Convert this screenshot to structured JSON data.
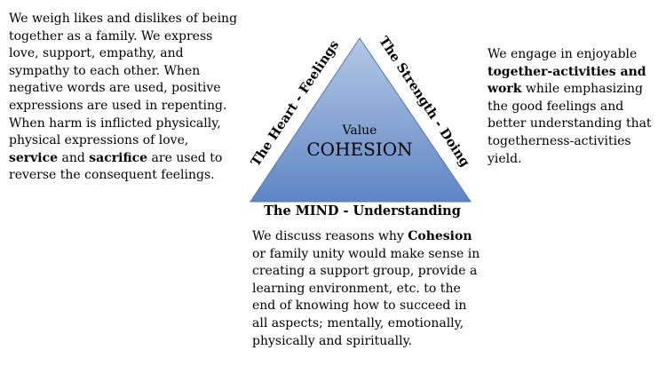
{
  "triangle": {
    "left_side_label": "The Heart - Feelings",
    "right_side_label": "The Strength - Doing",
    "base_label": "The MIND - Understanding",
    "center_small": "Value",
    "center_big": "COHESION",
    "fill_top": "#b4c8e6",
    "fill_bottom": "#5f86c4"
  },
  "left_text": {
    "part1": "We weigh likes and dislikes of being together as a family. We express love, support, empathy, and sympathy to each other. When negative words are used, positive expressions are used in repenting. When harm is inflicted physically, physical expressions of love, ",
    "bold1": "service",
    "part2": " and ",
    "bold2": "sacrifice",
    "part3": " are used to reverse the consequent feelings."
  },
  "right_text": {
    "part1": "We engage in enjoyable ",
    "bold1": "together-activities and work",
    "part2": " while emphasizing the good feelings and better understanding that togetherness-activities yield."
  },
  "bottom_text": {
    "part1": "We discuss reasons why ",
    "bold1": "Cohesion",
    "part2": " or family unity would make sense in creating a support group, provide a learning environment, etc. to the end of knowing how to succeed in all aspects; mentally, emotionally, physically and spiritually."
  }
}
